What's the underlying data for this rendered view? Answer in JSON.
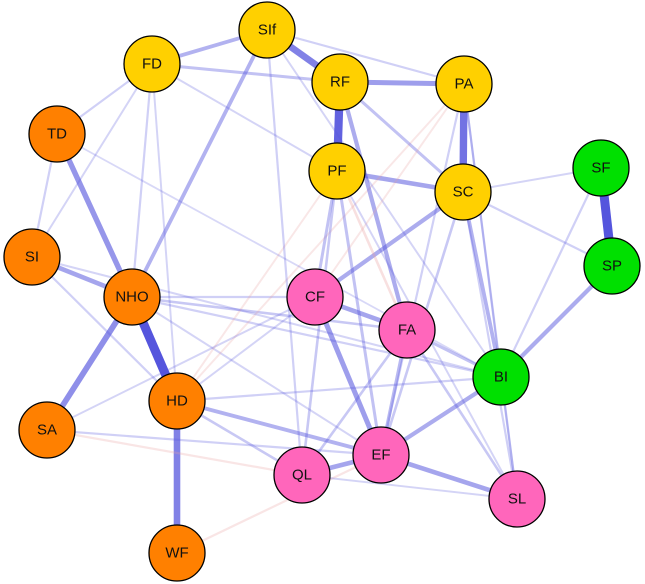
{
  "colors": {
    "group_orange": "#FF8000",
    "group_yellow": "#FFD000",
    "group_pink": "#FF66BB",
    "group_green": "#00E000",
    "edge_positive": "#5555DD",
    "edge_negative": "#E8A0A0"
  },
  "nodes": [
    {
      "id": "SIf",
      "label": "SIf",
      "group": "yellow"
    },
    {
      "id": "FD",
      "label": "FD",
      "group": "yellow"
    },
    {
      "id": "RF",
      "label": "RF",
      "group": "yellow"
    },
    {
      "id": "PA",
      "label": "PA",
      "group": "yellow"
    },
    {
      "id": "PF",
      "label": "PF",
      "group": "yellow"
    },
    {
      "id": "SC",
      "label": "SC",
      "group": "yellow"
    },
    {
      "id": "TD",
      "label": "TD",
      "group": "orange"
    },
    {
      "id": "SI",
      "label": "SI",
      "group": "orange"
    },
    {
      "id": "NHO",
      "label": "NHO",
      "group": "orange"
    },
    {
      "id": "HD",
      "label": "HD",
      "group": "orange"
    },
    {
      "id": "SA",
      "label": "SA",
      "group": "orange"
    },
    {
      "id": "WF",
      "label": "WF",
      "group": "orange"
    },
    {
      "id": "CF",
      "label": "CF",
      "group": "pink"
    },
    {
      "id": "FA",
      "label": "FA",
      "group": "pink"
    },
    {
      "id": "EF",
      "label": "EF",
      "group": "pink"
    },
    {
      "id": "QL",
      "label": "QL",
      "group": "pink"
    },
    {
      "id": "SL",
      "label": "SL",
      "group": "pink"
    },
    {
      "id": "SF",
      "label": "SF",
      "group": "green"
    },
    {
      "id": "SP",
      "label": "SP",
      "group": "green"
    },
    {
      "id": "BI",
      "label": "BI",
      "group": "green"
    }
  ],
  "edges": [
    {
      "from": "SIf",
      "to": "RF",
      "weight": 0.7,
      "sign": "pos"
    },
    {
      "from": "RF",
      "to": "PF",
      "weight": 0.9,
      "sign": "pos"
    },
    {
      "from": "RF",
      "to": "PA",
      "weight": 0.5,
      "sign": "pos"
    },
    {
      "from": "PA",
      "to": "SC",
      "weight": 0.8,
      "sign": "pos"
    },
    {
      "from": "PF",
      "to": "SC",
      "weight": 0.45,
      "sign": "pos"
    },
    {
      "from": "FD",
      "to": "SIf",
      "weight": 0.35,
      "sign": "pos"
    },
    {
      "from": "FD",
      "to": "RF",
      "weight": 0.25,
      "sign": "pos"
    },
    {
      "from": "SF",
      "to": "SP",
      "weight": 1.0,
      "sign": "pos"
    },
    {
      "from": "SP",
      "to": "BI",
      "weight": 0.4,
      "sign": "pos"
    },
    {
      "from": "SF",
      "to": "BI",
      "weight": 0.15,
      "sign": "pos"
    },
    {
      "from": "NHO",
      "to": "HD",
      "weight": 1.0,
      "sign": "pos"
    },
    {
      "from": "TD",
      "to": "NHO",
      "weight": 0.55,
      "sign": "pos"
    },
    {
      "from": "SI",
      "to": "NHO",
      "weight": 0.45,
      "sign": "pos"
    },
    {
      "from": "NHO",
      "to": "SA",
      "weight": 0.6,
      "sign": "pos"
    },
    {
      "from": "HD",
      "to": "WF",
      "weight": 0.7,
      "sign": "pos"
    },
    {
      "from": "TD",
      "to": "SI",
      "weight": 0.15,
      "sign": "pos"
    },
    {
      "from": "SI",
      "to": "HD",
      "weight": 0.15,
      "sign": "pos"
    },
    {
      "from": "FD",
      "to": "TD",
      "weight": 0.15,
      "sign": "pos"
    },
    {
      "from": "FD",
      "to": "SI",
      "weight": 0.12,
      "sign": "pos"
    },
    {
      "from": "SIf",
      "to": "NHO",
      "weight": 0.35,
      "sign": "pos"
    },
    {
      "from": "FD",
      "to": "NHO",
      "weight": 0.15,
      "sign": "pos"
    },
    {
      "from": "NHO",
      "to": "FA",
      "weight": 0.2,
      "sign": "pos"
    },
    {
      "from": "NHO",
      "to": "CF",
      "weight": 0.15,
      "sign": "pos"
    },
    {
      "from": "NHO",
      "to": "BI",
      "weight": 0.15,
      "sign": "pos"
    },
    {
      "from": "NHO",
      "to": "EF",
      "weight": 0.12,
      "sign": "pos"
    },
    {
      "from": "HD",
      "to": "EF",
      "weight": 0.35,
      "sign": "pos"
    },
    {
      "from": "HD",
      "to": "QL",
      "weight": 0.2,
      "sign": "pos"
    },
    {
      "from": "HD",
      "to": "BI",
      "weight": 0.15,
      "sign": "pos"
    },
    {
      "from": "HD",
      "to": "CF",
      "weight": 0.12,
      "sign": "pos"
    },
    {
      "from": "HD",
      "to": "PF",
      "weight": 0.12,
      "sign": "neg"
    },
    {
      "from": "HD",
      "to": "PA",
      "weight": 0.12,
      "sign": "neg"
    },
    {
      "from": "SA",
      "to": "QL",
      "weight": 0.15,
      "sign": "neg"
    },
    {
      "from": "SA",
      "to": "EF",
      "weight": 0.15,
      "sign": "pos"
    },
    {
      "from": "WF",
      "to": "EF",
      "weight": 0.15,
      "sign": "neg"
    },
    {
      "from": "CF",
      "to": "FA",
      "weight": 0.45,
      "sign": "pos"
    },
    {
      "from": "CF",
      "to": "EF",
      "weight": 0.5,
      "sign": "pos"
    },
    {
      "from": "CF",
      "to": "SC",
      "weight": 0.4,
      "sign": "pos"
    },
    {
      "from": "FA",
      "to": "EF",
      "weight": 0.3,
      "sign": "pos"
    },
    {
      "from": "FA",
      "to": "BI",
      "weight": 0.25,
      "sign": "pos"
    },
    {
      "from": "FA",
      "to": "SL",
      "weight": 0.2,
      "sign": "pos"
    },
    {
      "from": "RF",
      "to": "FA",
      "weight": 0.4,
      "sign": "pos"
    },
    {
      "from": "EF",
      "to": "QL",
      "weight": 0.45,
      "sign": "pos"
    },
    {
      "from": "EF",
      "to": "SL",
      "weight": 0.45,
      "sign": "pos"
    },
    {
      "from": "EF",
      "to": "BI",
      "weight": 0.4,
      "sign": "pos"
    },
    {
      "from": "EF",
      "to": "SC",
      "weight": 0.2,
      "sign": "pos"
    },
    {
      "from": "EF",
      "to": "PF",
      "weight": 0.25,
      "sign": "pos"
    },
    {
      "from": "EF",
      "to": "PA",
      "weight": 0.15,
      "sign": "pos"
    },
    {
      "from": "QL",
      "to": "PF",
      "weight": 0.2,
      "sign": "pos"
    },
    {
      "from": "QL",
      "to": "FA",
      "weight": 0.2,
      "sign": "pos"
    },
    {
      "from": "QL",
      "to": "SL",
      "weight": 0.12,
      "sign": "pos"
    },
    {
      "from": "SC",
      "to": "BI",
      "weight": 0.35,
      "sign": "pos"
    },
    {
      "from": "SC",
      "to": "SL",
      "weight": 0.15,
      "sign": "pos"
    },
    {
      "from": "SC",
      "to": "SP",
      "weight": 0.15,
      "sign": "pos"
    },
    {
      "from": "SC",
      "to": "SF",
      "weight": 0.12,
      "sign": "pos"
    },
    {
      "from": "PA",
      "to": "BI",
      "weight": 0.15,
      "sign": "pos"
    },
    {
      "from": "PA",
      "to": "SL",
      "weight": 0.15,
      "sign": "pos"
    },
    {
      "from": "PF",
      "to": "CF",
      "weight": 0.25,
      "sign": "pos"
    },
    {
      "from": "PF",
      "to": "FA",
      "weight": 0.2,
      "sign": "neg"
    },
    {
      "from": "PF",
      "to": "SL",
      "weight": 0.12,
      "sign": "pos"
    },
    {
      "from": "RF",
      "to": "SC",
      "weight": 0.25,
      "sign": "pos"
    },
    {
      "from": "SIf",
      "to": "PA",
      "weight": 0.15,
      "sign": "pos"
    },
    {
      "from": "SIf",
      "to": "QL",
      "weight": 0.15,
      "sign": "pos"
    },
    {
      "from": "SIf",
      "to": "BI",
      "weight": 0.12,
      "sign": "pos"
    },
    {
      "from": "FD",
      "to": "PF",
      "weight": 0.12,
      "sign": "pos"
    },
    {
      "from": "FD",
      "to": "HD",
      "weight": 0.12,
      "sign": "pos"
    },
    {
      "from": "TD",
      "to": "BI",
      "weight": 0.1,
      "sign": "pos"
    },
    {
      "from": "SI",
      "to": "BI",
      "weight": 0.12,
      "sign": "pos"
    },
    {
      "from": "SA",
      "to": "CF",
      "weight": 0.12,
      "sign": "pos"
    },
    {
      "from": "BI",
      "to": "SL",
      "weight": 0.15,
      "sign": "pos"
    },
    {
      "from": "PA",
      "to": "CF",
      "weight": 0.12,
      "sign": "neg"
    }
  ]
}
